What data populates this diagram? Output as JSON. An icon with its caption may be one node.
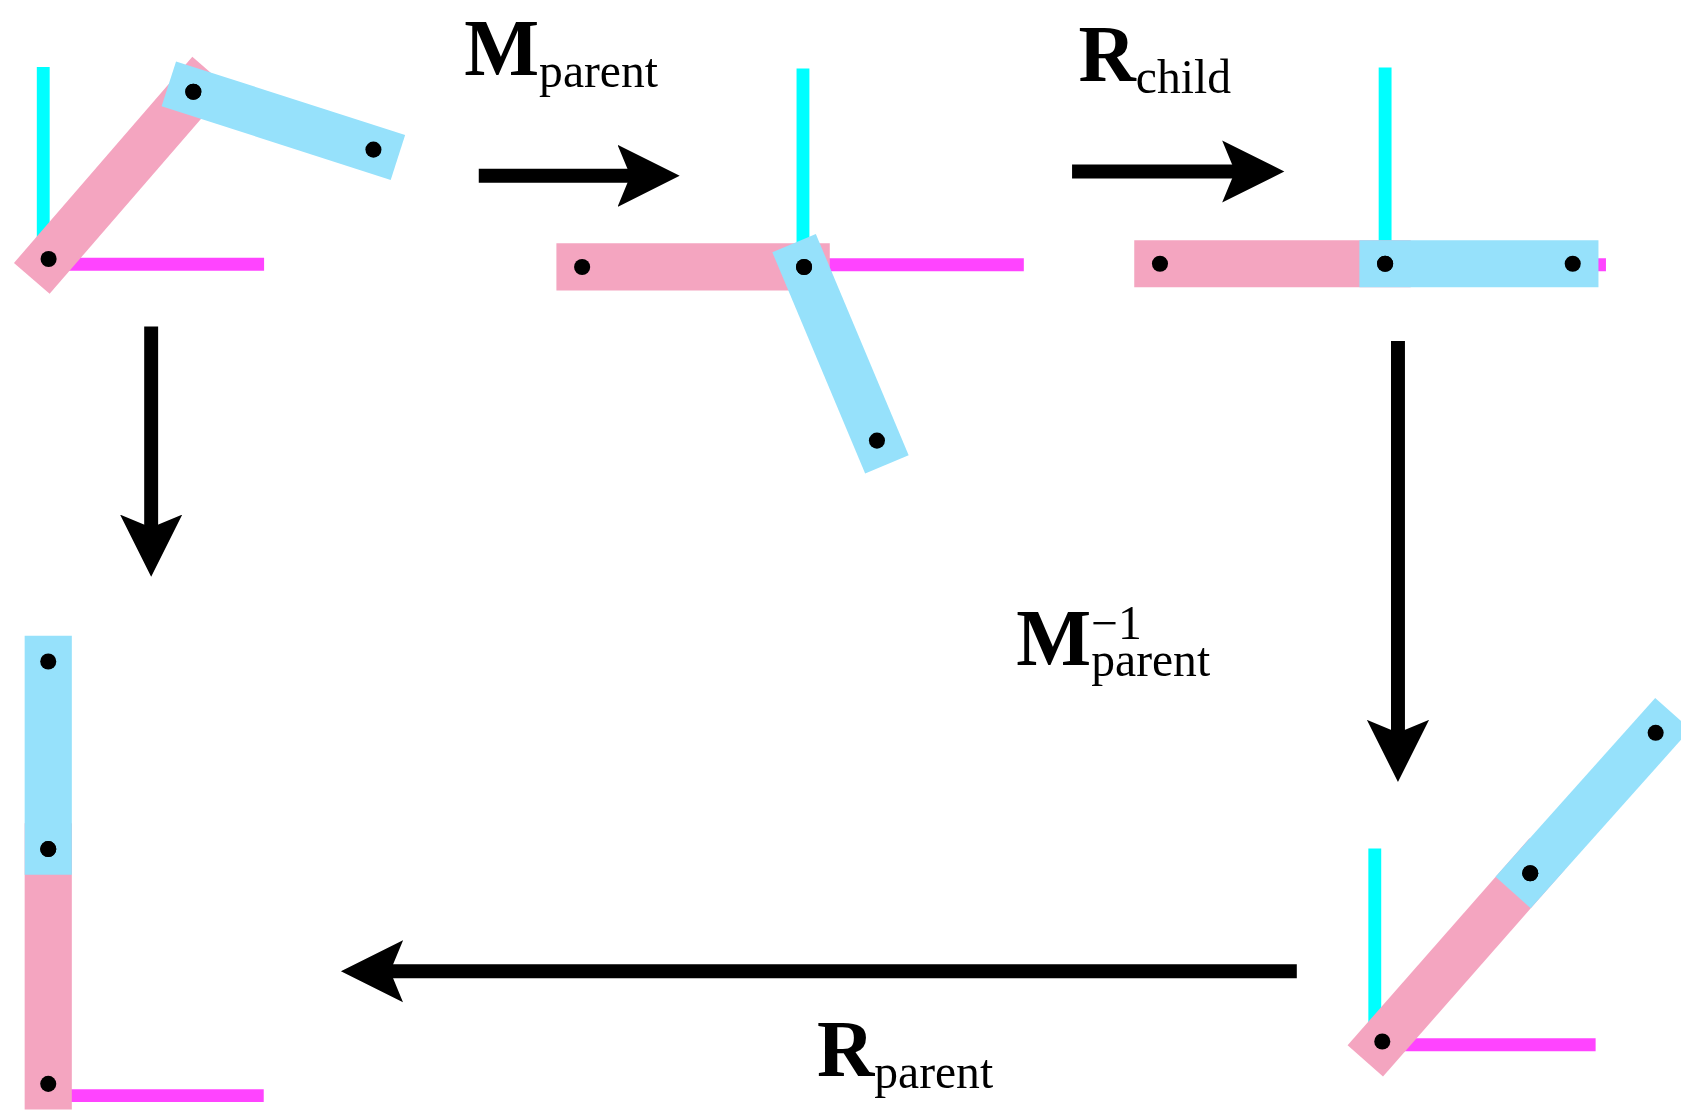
{
  "diagram": {
    "nodes": [
      {
        "text": [],
        "shape": "picture"
      },
      {
        "text": [],
        "shape": "picture"
      },
      {
        "text": [],
        "shape": "picture"
      },
      {
        "text": [],
        "shape": "picture"
      },
      {
        "text": [],
        "shape": "picture"
      }
    ],
    "edges": [
      {
        "from": 0,
        "to": 1,
        "arrow": "to",
        "label": "**M**$_{parent}$"
      },
      {
        "from": 1,
        "to": 2,
        "arrow": "to",
        "label": "**R**$_{child}$"
      },
      {
        "from": 2,
        "to": 4,
        "arrow": "to",
        "label": "**M**$^{−1}$$_{parent}$"
      },
      {
        "from": 4,
        "to": 3,
        "arrow": "to",
        "label": "**R**$_{parent}$"
      },
      {
        "from": 0,
        "to": 3,
        "arrow": "to"
      }
    ]
  }
}
